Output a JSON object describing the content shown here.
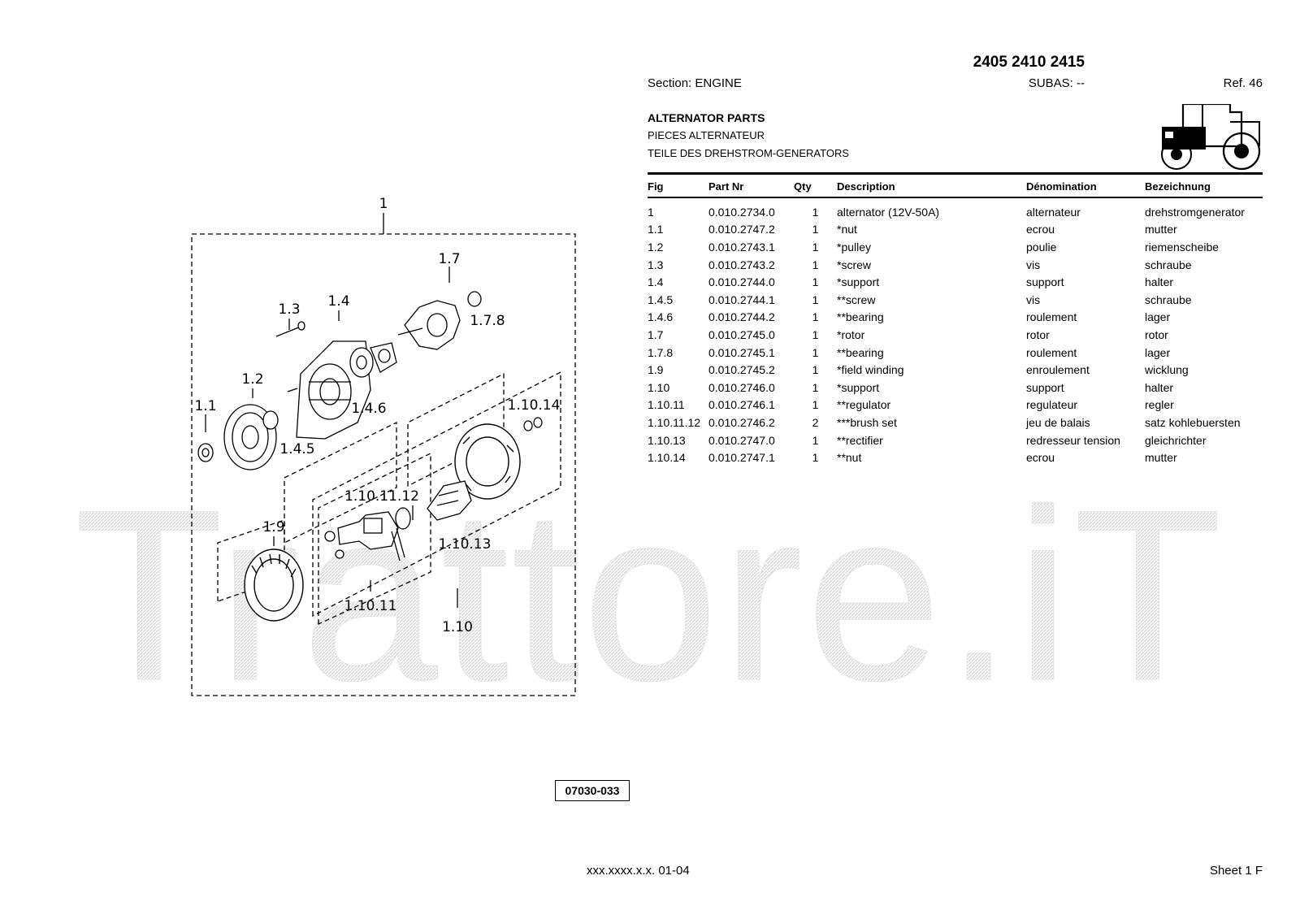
{
  "header": {
    "models": "2405 2410 2415",
    "section": "Section: ENGINE",
    "subas": "SUBAS: --",
    "ref": "Ref. 46"
  },
  "titles": {
    "en": "ALTERNATOR PARTS",
    "fr": "PIECES ALTERNATEUR",
    "de": "TEILE DES DREHSTROM-GENERATORS"
  },
  "table": {
    "headers": {
      "fig": "Fig",
      "part": "Part Nr",
      "qty": "Qty",
      "desc": "Description",
      "fr": "Dénomination",
      "de": "Bezeichnung"
    },
    "rows": [
      {
        "fig": "1",
        "part": "0.010.2734.0",
        "qty": "1",
        "desc": "alternator (12V-50A)",
        "fr": "alternateur",
        "de": "drehstromgenerator"
      },
      {
        "fig": "1.1",
        "part": "0.010.2747.2",
        "qty": "1",
        "desc": "*nut",
        "fr": "ecrou",
        "de": "mutter"
      },
      {
        "fig": "1.2",
        "part": "0.010.2743.1",
        "qty": "1",
        "desc": "*pulley",
        "fr": "poulie",
        "de": "riemenscheibe"
      },
      {
        "fig": "1.3",
        "part": "0.010.2743.2",
        "qty": "1",
        "desc": "*screw",
        "fr": "vis",
        "de": "schraube"
      },
      {
        "fig": "1.4",
        "part": "0.010.2744.0",
        "qty": "1",
        "desc": "*support",
        "fr": "support",
        "de": "halter"
      },
      {
        "fig": "1.4.5",
        "part": "0.010.2744.1",
        "qty": "1",
        "desc": "**screw",
        "fr": "vis",
        "de": "schraube"
      },
      {
        "fig": "1.4.6",
        "part": "0.010.2744.2",
        "qty": "1",
        "desc": "**bearing",
        "fr": "roulement",
        "de": "lager"
      },
      {
        "fig": "1.7",
        "part": "0.010.2745.0",
        "qty": "1",
        "desc": "*rotor",
        "fr": "rotor",
        "de": "rotor"
      },
      {
        "fig": "1.7.8",
        "part": "0.010.2745.1",
        "qty": "1",
        "desc": "**bearing",
        "fr": "roulement",
        "de": "lager"
      },
      {
        "fig": "1.9",
        "part": "0.010.2745.2",
        "qty": "1",
        "desc": "*field winding",
        "fr": "enroulement",
        "de": "wicklung"
      },
      {
        "fig": "1.10",
        "part": "0.010.2746.0",
        "qty": "1",
        "desc": "*support",
        "fr": "support",
        "de": "halter"
      },
      {
        "fig": "1.10.11",
        "part": "0.010.2746.1",
        "qty": "1",
        "desc": "**regulator",
        "fr": "regulateur",
        "de": "regler"
      },
      {
        "fig": "1.10.11.12",
        "part": "0.010.2746.2",
        "qty": "2",
        "desc": "***brush set",
        "fr": "jeu de balais",
        "de": "satz kohlebuersten"
      },
      {
        "fig": "1.10.13",
        "part": "0.010.2747.0",
        "qty": "1",
        "desc": "**rectifier",
        "fr": "redresseur tension",
        "de": "gleichrichter"
      },
      {
        "fig": "1.10.14",
        "part": "0.010.2747.1",
        "qty": "1",
        "desc": "**nut",
        "fr": "ecrou",
        "de": "mutter"
      }
    ]
  },
  "diagram": {
    "labels": {
      "l1": "1",
      "l1_1": "1.1",
      "l1_2": "1.2",
      "l1_3": "1.3",
      "l1_4": "1.4",
      "l1_4_5": "1.4.5",
      "l1_4_6": "1.4.6",
      "l1_7": "1.7",
      "l1_7_8": "1.7.8",
      "l1_9": "1.9",
      "l1_10": "1.10",
      "l1_10_11": "1.10.11",
      "l1_10_11_12": "1.10.11.12",
      "l1_10_13": "1.10.13",
      "l1_10_14": "1.10.14"
    },
    "drawing_code": "07030-033"
  },
  "watermark": "Trattore.iT",
  "footer": {
    "code": "xxx.xxxx.x.x. 01-04",
    "sheet": "Sheet 1 F"
  }
}
